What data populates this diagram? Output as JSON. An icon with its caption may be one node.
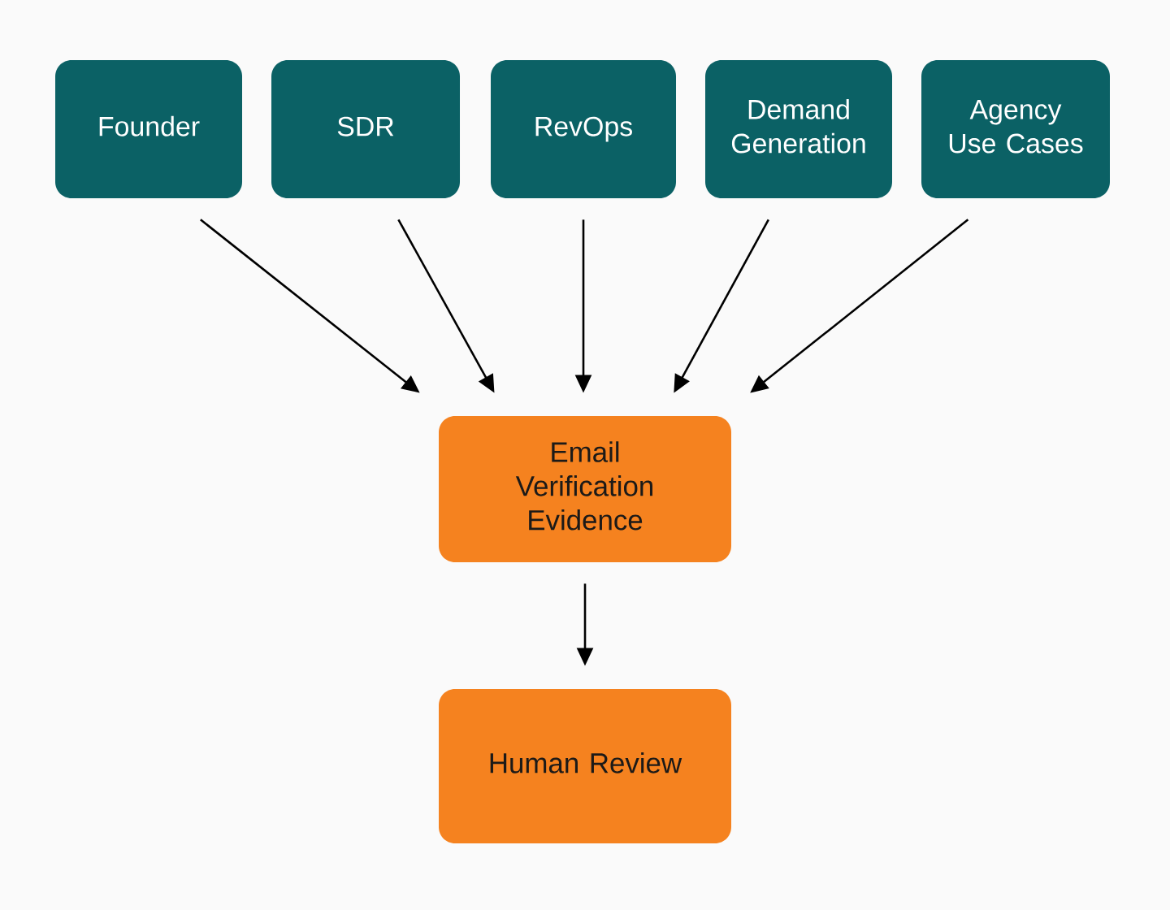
{
  "diagram": {
    "nodes": [
      {
        "text": [
          "Founder"
        ]
      },
      {
        "text": [
          "SDR"
        ]
      },
      {
        "text": [
          "RevOps"
        ]
      },
      {
        "text": [
          "Demand Generation"
        ]
      },
      {
        "text": [
          "Agency Use Cases"
        ]
      },
      {
        "text": [
          "Email Verification Evidence"
        ]
      },
      {
        "text": [
          "Human Review"
        ]
      }
    ],
    "edges": [
      {
        "from": 0,
        "to": 5,
        "arrow": "to"
      },
      {
        "from": 1,
        "to": 5,
        "arrow": "to"
      },
      {
        "from": 2,
        "to": 5,
        "arrow": "to"
      },
      {
        "from": 3,
        "to": 5,
        "arrow": "to"
      },
      {
        "from": 4,
        "to": 5,
        "arrow": "to"
      },
      {
        "from": 5,
        "to": 6,
        "arrow": "to"
      }
    ]
  }
}
